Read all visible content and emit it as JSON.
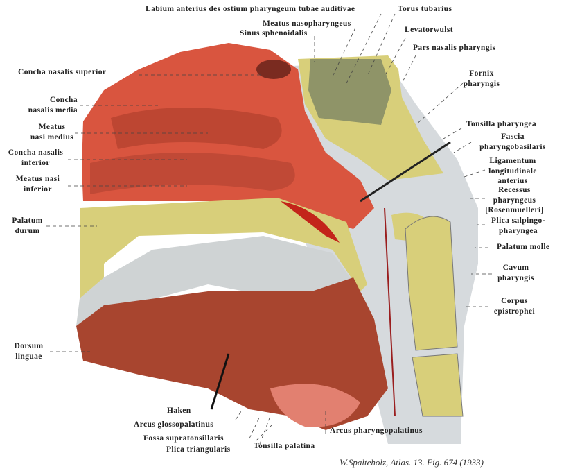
{
  "labels": {
    "labium": "Labium anterius des ostium pharyngeum tubae auditivae",
    "torus": "Torus tubarius",
    "meatus_naso": "Meatus nasopharyngeus",
    "sinus": "Sinus sphenoidalis",
    "levator": "Levatorwulst",
    "pars_nasalis": "Pars nasalis pharyngis",
    "concha_sup": "Concha nasalis superior",
    "concha_media": [
      "Concha",
      "nasalis media"
    ],
    "meatus_medius": [
      "Meatus",
      "nasi medius"
    ],
    "concha_inf": [
      "Concha nasalis",
      "inferior"
    ],
    "meatus_inf": [
      "Meatus nasi",
      "inferior"
    ],
    "palatum_durum": [
      "Palatum",
      "durum"
    ],
    "fornix": [
      "Fornix",
      "pharyngis"
    ],
    "tonsilla_phar": "Tonsilla pharyngea",
    "fascia": [
      "Fascia",
      "pharyngobasilaris"
    ],
    "ligamentum": [
      "Ligamentum",
      "longitudinale",
      "anterius"
    ],
    "recessus": [
      "Recessus",
      "pharyngeus",
      "[Rosenmuelleri]"
    ],
    "plica_salp": [
      "Plica salpingo-",
      "pharyngea"
    ],
    "palatum_molle": "Palatum molle",
    "cavum": [
      "Cavum",
      "pharyngis"
    ],
    "corpus": [
      "Corpus",
      "epistrophei"
    ],
    "dorsum": [
      "Dorsum",
      "linguae"
    ],
    "haken": "Haken",
    "arcus_glosso": "Arcus glossopalatinus",
    "fossa": "Fossa supratonsillaris",
    "plica_tri": "Plica triangularis",
    "tonsilla_pal": "Tonsilla palatina",
    "arcus_phar": "Arcus pharyngopalatinus"
  },
  "credit": "W.Spalteholz, Atlas. 13. Fig. 674 (1933)",
  "colors": {
    "mucosa": "#d9553f",
    "bone": "#d8cf7a",
    "sinus": "#8f9468",
    "wall": "#d6dadd",
    "tongue": "#a8452f"
  }
}
